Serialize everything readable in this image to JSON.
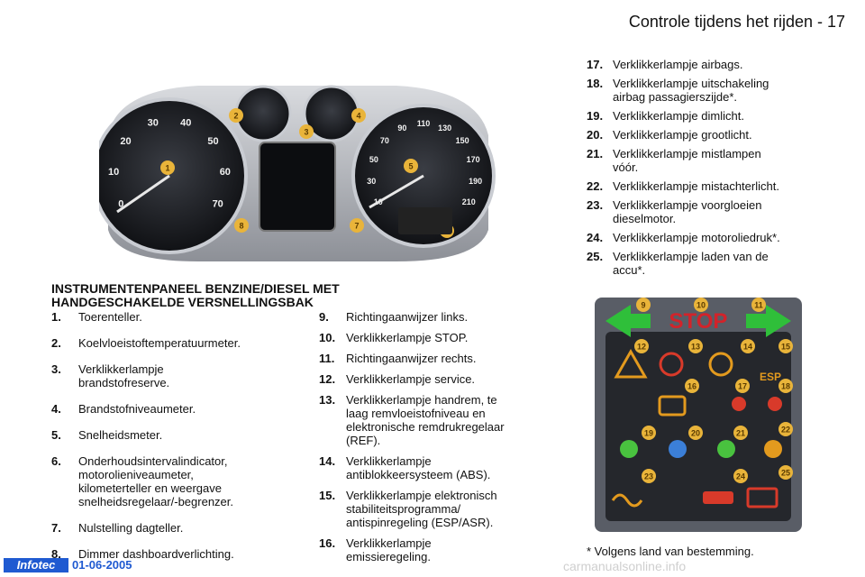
{
  "header": {
    "title": "Controle tijdens het rijden - 17"
  },
  "heading": {
    "line1": "INSTRUMENTENPANEEL BENZINE/DIESEL MET",
    "line2": "HANDGESCHAKELDE VERSNELLINGSBAK"
  },
  "column_a": [
    {
      "num": "1.",
      "lines": [
        "Toerenteller."
      ]
    },
    {
      "num": "2.",
      "lines": [
        "Koelvloeistoftemperatuurmeter."
      ]
    },
    {
      "num": "3.",
      "lines": [
        "Verklikkerlampje",
        "brandstofreserve."
      ]
    },
    {
      "num": "4.",
      "lines": [
        "Brandstofniveaumeter."
      ]
    },
    {
      "num": "5.",
      "lines": [
        "Snelheidsmeter."
      ]
    },
    {
      "num": "6.",
      "lines": [
        "Onderhoudsintervalindicator,",
        "motorolieniveaumeter,",
        "kilometerteller en weergave",
        "snelheidsregelaar/-begrenzer."
      ]
    },
    {
      "num": "7.",
      "lines": [
        "Nulstelling dagteller."
      ]
    },
    {
      "num": "8.",
      "lines": [
        "Dimmer dashboardverlichting."
      ]
    }
  ],
  "column_b": [
    {
      "num": "9.",
      "lines": [
        "Richtingaanwijzer links."
      ]
    },
    {
      "num": "10.",
      "lines": [
        "Verklikkerlampje STOP."
      ]
    },
    {
      "num": "11.",
      "lines": [
        "Richtingaanwijzer rechts."
      ]
    },
    {
      "num": "12.",
      "lines": [
        "Verklikkerlampje service."
      ]
    },
    {
      "num": "13.",
      "lines": [
        "Verklikkerlampje handrem, te",
        "laag remvloeistofniveau en",
        "elektronische remdrukregelaar",
        "(REF)."
      ]
    },
    {
      "num": "14.",
      "lines": [
        "Verklikkerlampje",
        "antiblokkeersysteem (ABS)."
      ]
    },
    {
      "num": "15.",
      "lines": [
        "Verklikkerlampje elektronisch",
        "stabiliteitsprogramma/",
        "antispinregeling (ESP/ASR)."
      ]
    },
    {
      "num": "16.",
      "lines": [
        "Verklikkerlampje",
        "emissieregeling."
      ]
    }
  ],
  "column_c": [
    {
      "num": "17.",
      "lines": [
        "Verklikkerlampje airbags."
      ]
    },
    {
      "num": "18.",
      "lines": [
        "Verklikkerlampje uitschakeling",
        "airbag passagierszijde*."
      ]
    },
    {
      "num": "19.",
      "lines": [
        "Verklikkerlampje dimlicht."
      ]
    },
    {
      "num": "20.",
      "lines": [
        "Verklikkerlampje grootlicht."
      ]
    },
    {
      "num": "21.",
      "lines": [
        "Verklikkerlampje mistlampen",
        "vóór."
      ]
    },
    {
      "num": "22.",
      "lines": [
        "Verklikkerlampje mistachterlicht."
      ]
    },
    {
      "num": "23.",
      "lines": [
        "Verklikkerlampje voorgloeien",
        "dieselmotor."
      ]
    },
    {
      "num": "24.",
      "lines": [
        "Verklikkerlampje motoroliedruk*."
      ]
    },
    {
      "num": "25.",
      "lines": [
        "Verklikkerlampje laden van de",
        "accu*."
      ]
    }
  ],
  "footnote": "* Volgens land van bestemming.",
  "footer": {
    "badge": "Infotec",
    "date": "01-06-2005",
    "watermark": "carmanualsonline.info"
  },
  "cluster": {
    "tach_ticks": [
      "0",
      "10",
      "20",
      "30",
      "40",
      "50",
      "60",
      "70"
    ],
    "speedo_ticks": [
      "10",
      "30",
      "50",
      "70",
      "90",
      "110",
      "130",
      "150",
      "170",
      "190",
      "210"
    ],
    "callouts": [
      "1",
      "2",
      "3",
      "4",
      "5",
      "6",
      "7",
      "8"
    ]
  },
  "lamps_panel": {
    "stop_label": "STOP",
    "esp_label": "ESP",
    "callouts": [
      "9",
      "10",
      "11",
      "12",
      "13",
      "14",
      "15",
      "16",
      "17",
      "18",
      "19",
      "20",
      "21",
      "22",
      "23",
      "24",
      "25"
    ]
  },
  "colors": {
    "callout": "#e9b43a",
    "arrow": "#2fbf3a",
    "stop": "#d2232a",
    "lamp_amber": "#e39a1e",
    "lamp_red": "#d83a2a",
    "lamp_blue": "#3b7fd8",
    "lamp_green": "#49c23f",
    "infotec": "#1f5ad1"
  }
}
